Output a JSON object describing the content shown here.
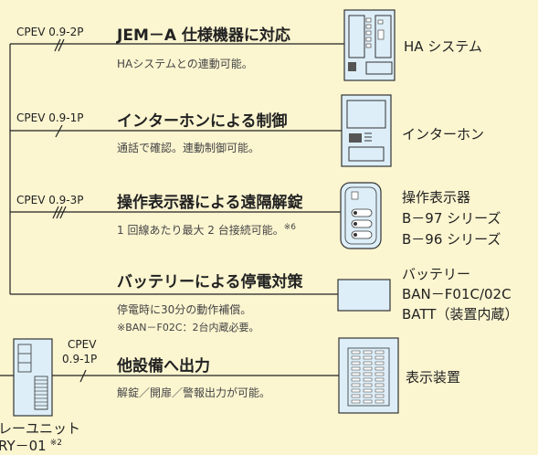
{
  "colors": {
    "background": "#fbf5d0",
    "line": "#222222",
    "device_fill": "#ddeef8",
    "device_stroke": "#333333"
  },
  "rows": [
    {
      "cable": "CPEV 0.9-2P",
      "title": "JEM－A 仕様機器に対応",
      "desc": "HAシステムとの連動可能。",
      "device": "HA システム",
      "wires": 2
    },
    {
      "cable": "CPEV 0.9-1P",
      "title": "インターホンによる制御",
      "desc": "通話で確認。連動制御可能。",
      "device": "インターホン",
      "wires": 1
    },
    {
      "cable": "CPEV 0.9-3P",
      "title": "操作表示器による遠隔解錠",
      "desc": "1 回線あたり最大 2 台接続可能。",
      "desc_note": "※6",
      "device_lines": [
        "操作表示器",
        "B－97 シリーズ",
        "B－96 シリーズ"
      ],
      "wires": 3
    },
    {
      "title": "バッテリーによる停電対策",
      "desc": "停電時に30分の動作補償。",
      "desc2": "※BAN－F02C：2台内蔵必要。",
      "device_lines": [
        "バッテリー",
        "BAN－F01C/02C",
        "BATT（装置内蔵）"
      ]
    },
    {
      "cable_line1": "CPEV",
      "cable_line2": "0.9-1P",
      "title": "他設備へ出力",
      "desc": "解錠／開扉／警報出力が可能。",
      "device": "表示装置",
      "wires": 1
    }
  ],
  "relay": {
    "label1": "レーユニット",
    "label2": "RY－01",
    "note": "※2"
  }
}
